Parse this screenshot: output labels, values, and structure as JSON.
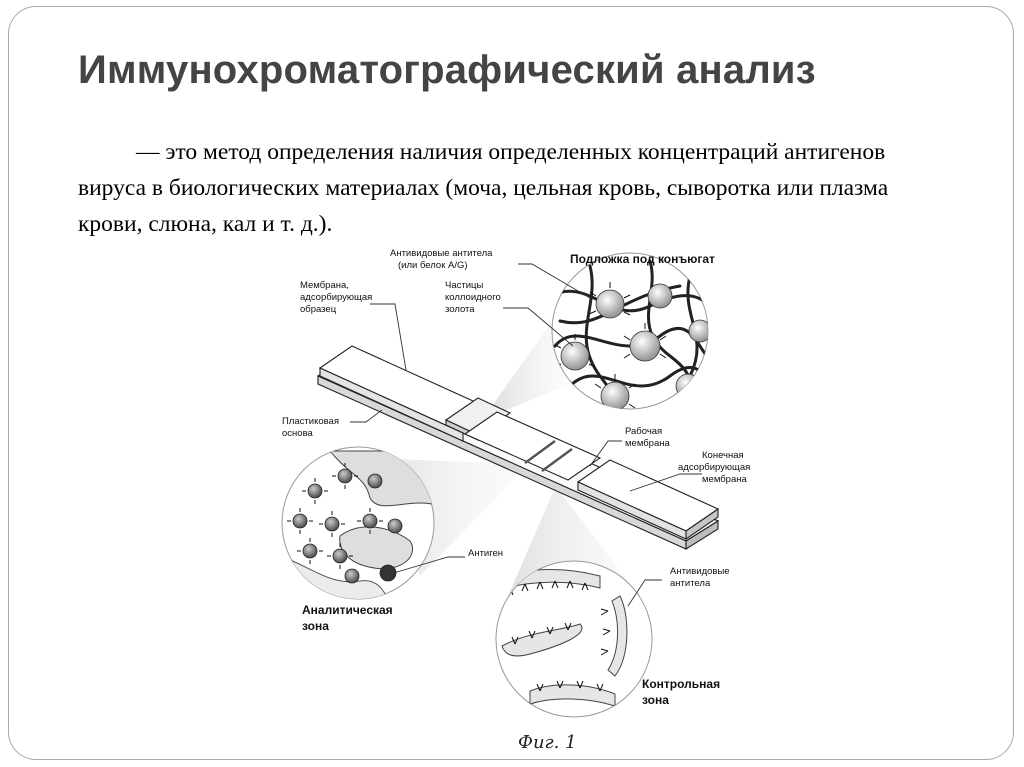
{
  "slide": {
    "title": "Иммунохроматографический анализ",
    "definition": "— это метод определения наличия определенных концентраций антигенов вируса в биологических материалах (моча, цельная кровь, сыворотка или плазма крови, слюна, кал и т. д.)."
  },
  "diagram": {
    "labels": {
      "antispecies_antibodies_1": "Антивидовые антитела",
      "antispecies_antibodies_2": "(или белок A/G)",
      "conjugate_pad": "Подложка под конъюгат",
      "membrane_1": "Мембрана,",
      "membrane_2": "адсорбирующая",
      "membrane_3": "образец",
      "gold_particles_1": "Частицы",
      "gold_particles_2": "коллоидного",
      "gold_particles_3": "золота",
      "plastic_base_1": "Пластиковая",
      "plastic_base_2": "основа",
      "working_membrane_1": "Рабочая",
      "working_membrane_2": "мембрана",
      "end_membrane_1": "Конечная",
      "end_membrane_2": "адсорбирующая",
      "end_membrane_3": "мембрана",
      "antigen": "Антиген",
      "analytic_zone_1": "Аналитическая",
      "analytic_zone_2": "зона",
      "control_antibodies_1": "Антивидовые",
      "control_antibodies_2": "антитела",
      "control_zone_1": "Контрольная",
      "control_zone_2": "зона",
      "figure_caption": "Фиг. 1"
    }
  },
  "colors": {
    "title": "#444444",
    "frame": "#a8a8a8",
    "text": "#000000"
  }
}
